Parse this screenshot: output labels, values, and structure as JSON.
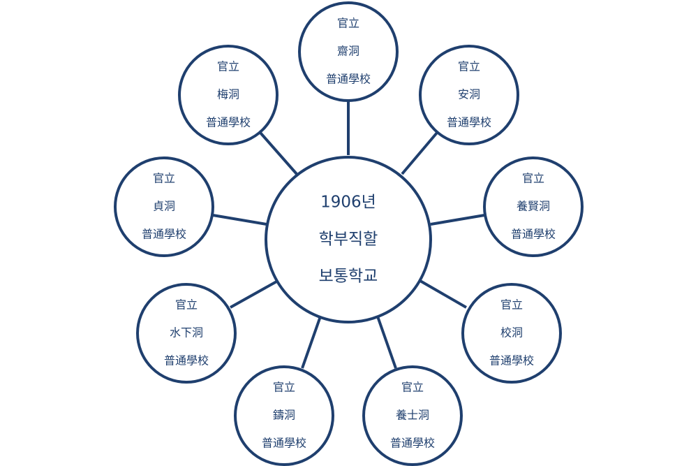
{
  "center": {
    "lines": [
      "1906년",
      "학부직할",
      "보통학교"
    ]
  },
  "schools": [
    {
      "lines": [
        "官立",
        "齋洞",
        "普通學校"
      ]
    },
    {
      "lines": [
        "官立",
        "梅洞",
        "普通學校"
      ]
    },
    {
      "lines": [
        "官立",
        "安洞",
        "普通學校"
      ]
    },
    {
      "lines": [
        "官立",
        "貞洞",
        "普通學校"
      ]
    },
    {
      "lines": [
        "官立",
        "養賢洞",
        "普通學校"
      ]
    },
    {
      "lines": [
        "官立",
        "水下洞",
        "普通學校"
      ]
    },
    {
      "lines": [
        "官立",
        "校洞",
        "普通學校"
      ]
    },
    {
      "lines": [
        "官立",
        "鑄洞",
        "普通學校"
      ]
    },
    {
      "lines": [
        "官立",
        "養士洞",
        "普通學校"
      ]
    }
  ],
  "colors": {
    "stroke": "#1f3f6e"
  }
}
